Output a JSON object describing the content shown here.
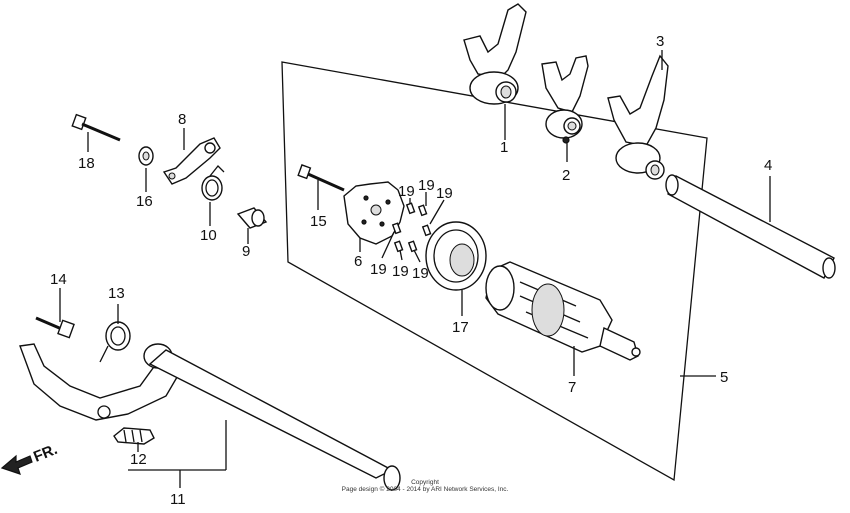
{
  "labels": {
    "p1": "1",
    "p2": "2",
    "p3": "3",
    "p4": "4",
    "p5": "5",
    "p6": "6",
    "p7": "7",
    "p8": "8",
    "p9": "9",
    "p10": "10",
    "p11": "11",
    "p12": "12",
    "p13": "13",
    "p14": "14",
    "p15": "15",
    "p16": "16",
    "p17": "17",
    "p18": "18",
    "p19a": "19",
    "p19b": "19",
    "p19c": "19",
    "p19d": "19",
    "p19e": "19",
    "p19f": "19"
  },
  "direction": "FR.",
  "copyright": {
    "line1": "Copyright",
    "line2": "Page design © 2004 - 2014 by ARI Network Services, Inc."
  }
}
